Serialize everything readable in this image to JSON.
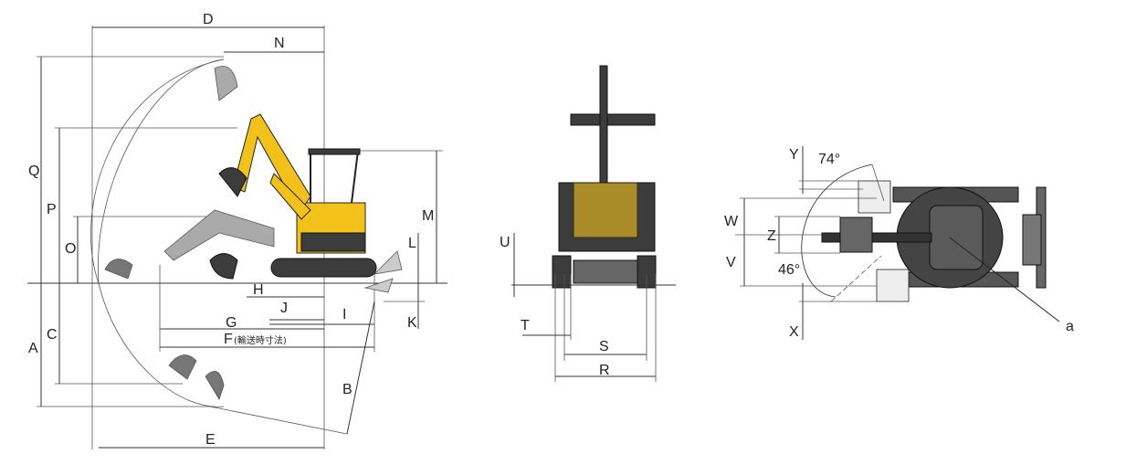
{
  "side_view": {
    "labels": {
      "D": "D",
      "N": "N",
      "Q": "Q",
      "P": "P",
      "O": "O",
      "M": "M",
      "L": "L",
      "A": "A",
      "C": "C",
      "K": "K",
      "H": "H",
      "J": "J",
      "G": "G",
      "I": "I",
      "F": "F",
      "F_note": "(輸送時寸法)",
      "B": "B",
      "E": "E"
    }
  },
  "front_view": {
    "labels": {
      "U": "U",
      "T": "T",
      "S": "S",
      "R": "R"
    }
  },
  "top_view": {
    "labels": {
      "Y": "Y",
      "W": "W",
      "Z": "Z",
      "V": "V",
      "X": "X",
      "a": "a",
      "angle_left": "74°",
      "angle_right": "46°"
    }
  },
  "colors": {
    "machine_body": "#3c3c3c",
    "accent_yellow": "#f2c21b"
  }
}
